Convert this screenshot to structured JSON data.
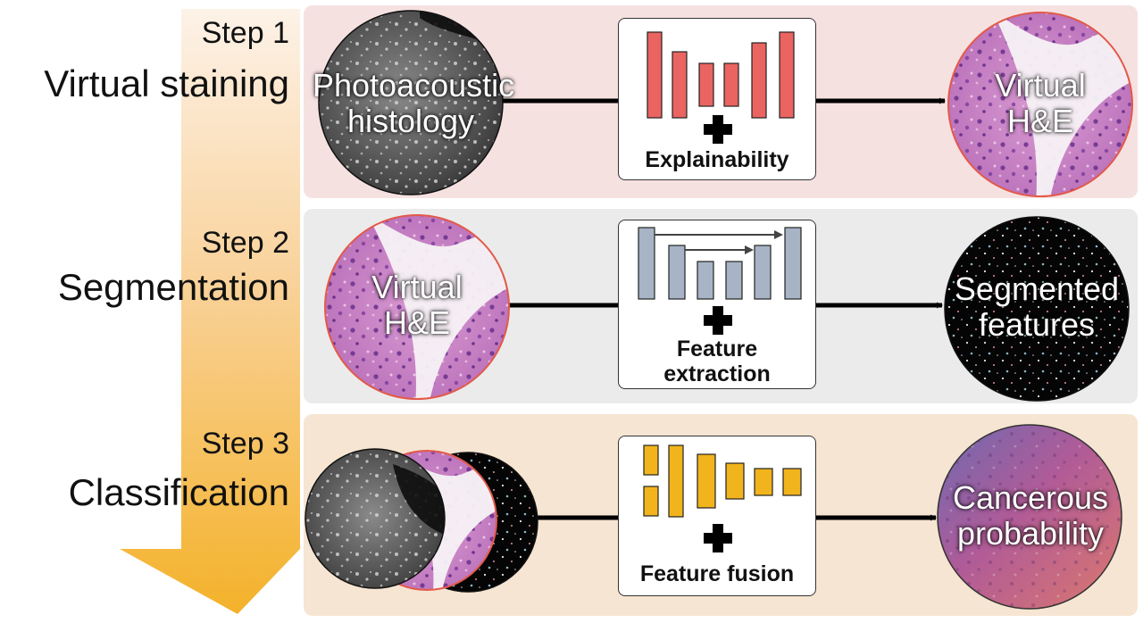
{
  "colors": {
    "arrow_gradient_top": "#fdeee0",
    "arrow_gradient_bottom": "#f5b52a",
    "step1_bg": "#f6e1e1",
    "step2_bg": "#ebebeb",
    "step3_bg": "#f6e5d2",
    "decoder_bars": "#ea6461",
    "unet_bars": "#a7b4c6",
    "fusion_bars": "#f2b41c"
  },
  "steps": [
    {
      "number": "Step 1",
      "name": "Virtual staining",
      "input_label": [
        "Photoacoustic",
        "histology"
      ],
      "model_caption": [
        "Explainability"
      ],
      "output_label": [
        "Virtual",
        "H&E"
      ]
    },
    {
      "number": "Step 2",
      "name": "Segmentation",
      "input_label": [
        "Virtual",
        "H&E"
      ],
      "model_caption": [
        "Feature",
        "extraction"
      ],
      "output_label": [
        "Segmented",
        "features"
      ]
    },
    {
      "number": "Step 3",
      "name": "Classification",
      "model_caption": [
        "Feature fusion"
      ],
      "output_label": [
        "Cancerous",
        "probability"
      ]
    }
  ]
}
